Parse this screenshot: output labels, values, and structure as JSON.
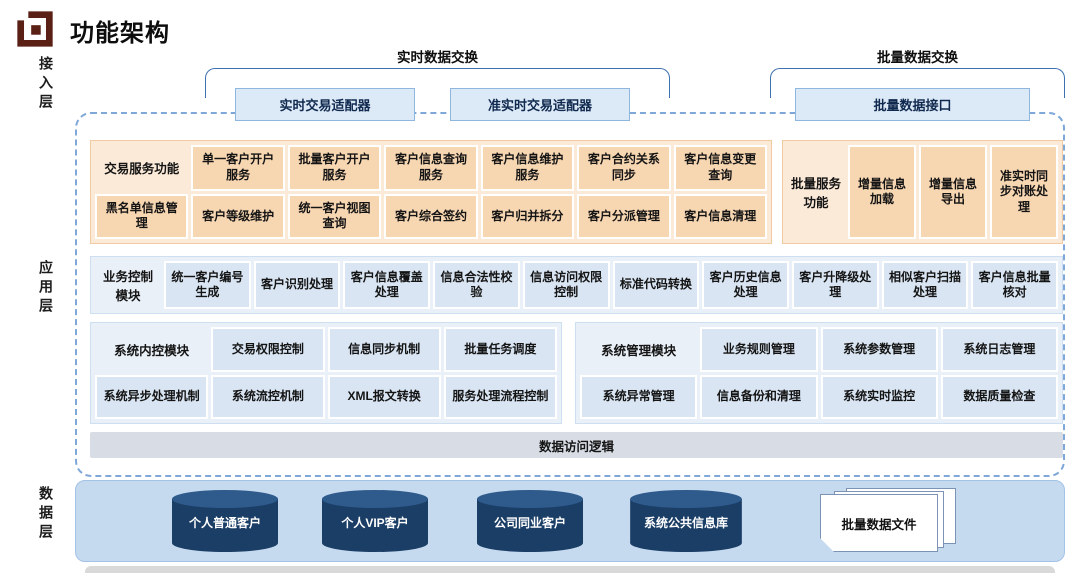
{
  "title": "功能架构",
  "layers": {
    "access": "接入层",
    "application": "应用层",
    "data": "数据层"
  },
  "top": {
    "realtime_group": "实时数据交换",
    "batch_group": "批量数据交换",
    "adapters": [
      "实时交易适配器",
      "准实时交易适配器",
      "批量数据接口"
    ]
  },
  "transaction_services": {
    "label": "交易服务功能",
    "row1": [
      "单一客户开户服务",
      "批量客户开户服务",
      "客户信息查询服务",
      "客户信息维护服务",
      "客户合约关系同步",
      "客户信息变更查询"
    ],
    "row2": [
      "黑名单信息管理",
      "客户等级维护",
      "统一客户视图查询",
      "客户综合签约",
      "客户归并拆分",
      "客户分派管理",
      "客户信息清理"
    ]
  },
  "batch_services": {
    "label": "批量服务功能",
    "items": [
      "增量信息加载",
      "增量信息导出",
      "准实时同步对账处理"
    ]
  },
  "business_control": {
    "label": "业务控制模块",
    "items": [
      "统一客户编号生成",
      "客户识别处理",
      "客户信息覆盖处理",
      "信息合法性校验",
      "信息访问权限控制",
      "标准代码转换",
      "客户历史信息处理",
      "客户升降级处理",
      "相似客户扫描处理",
      "客户信息批量核对"
    ]
  },
  "system_internal": {
    "label": "系统内控模块",
    "row1": [
      "交易权限控制",
      "信息同步机制",
      "批量任务调度"
    ],
    "row2": [
      "系统异步处理机制",
      "系统流控机制",
      "XML报文转换",
      "服务处理流程控制"
    ]
  },
  "system_management": {
    "label": "系统管理模块",
    "row1": [
      "业务规则管理",
      "系统参数管理",
      "系统日志管理"
    ],
    "row2": [
      "系统异常管理",
      "信息备份和清理",
      "系统实时监控",
      "数据质量检查"
    ]
  },
  "data_access": "数据访问逻辑",
  "data_layer": {
    "databases": [
      "个人普通客户",
      "个人VIP客户",
      "公司同业客户",
      "系统公共信息库"
    ],
    "file": "批量数据文件"
  },
  "colors": {
    "orange_box": "#F7D6B2",
    "orange_panel": "#FBEAD8",
    "blue_box": "#D9E5F3",
    "blue_panel": "#EAF0F8",
    "adapter_fill": "#DCE9F7",
    "bracket_line": "#3C70B0",
    "data_panel": "#C5D9EF",
    "cylinder": "#1B3E66",
    "access_bar": "#D8DDE5"
  }
}
